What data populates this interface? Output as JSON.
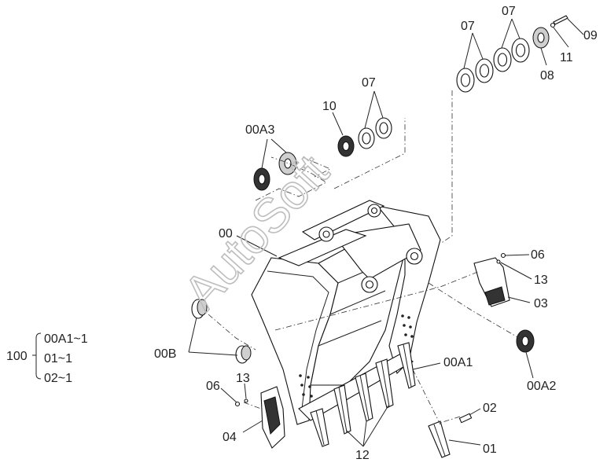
{
  "labels": {
    "l00": "00",
    "l00A1": "00A1",
    "l00A2": "00A2",
    "l00A3": "00A3",
    "l00B": "00B",
    "l01": "01",
    "l02": "02",
    "l03": "03",
    "l04": "04",
    "l06a": "06",
    "l06b": "06",
    "l07a": "07",
    "l07b": "07",
    "l07c": "07",
    "l08": "08",
    "l09": "09",
    "l10": "10",
    "l11": "11",
    "l12": "12",
    "l13a": "13",
    "l13b": "13"
  },
  "kit": {
    "number": "100",
    "items": [
      "00A1~1",
      "01~1",
      "02~1"
    ]
  },
  "watermark": "AutoSoft"
}
